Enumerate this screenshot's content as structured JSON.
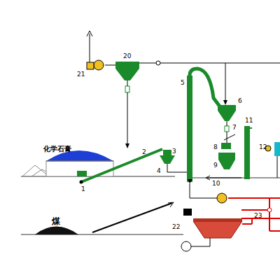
{
  "diagram": {
    "labels": [
      "化学石膏",
      "煤",
      "1",
      "2",
      "3",
      "4",
      "5",
      "6",
      "7",
      "8",
      "9",
      "10",
      "11",
      "12",
      "20",
      "21",
      "22",
      "23"
    ]
  }
}
